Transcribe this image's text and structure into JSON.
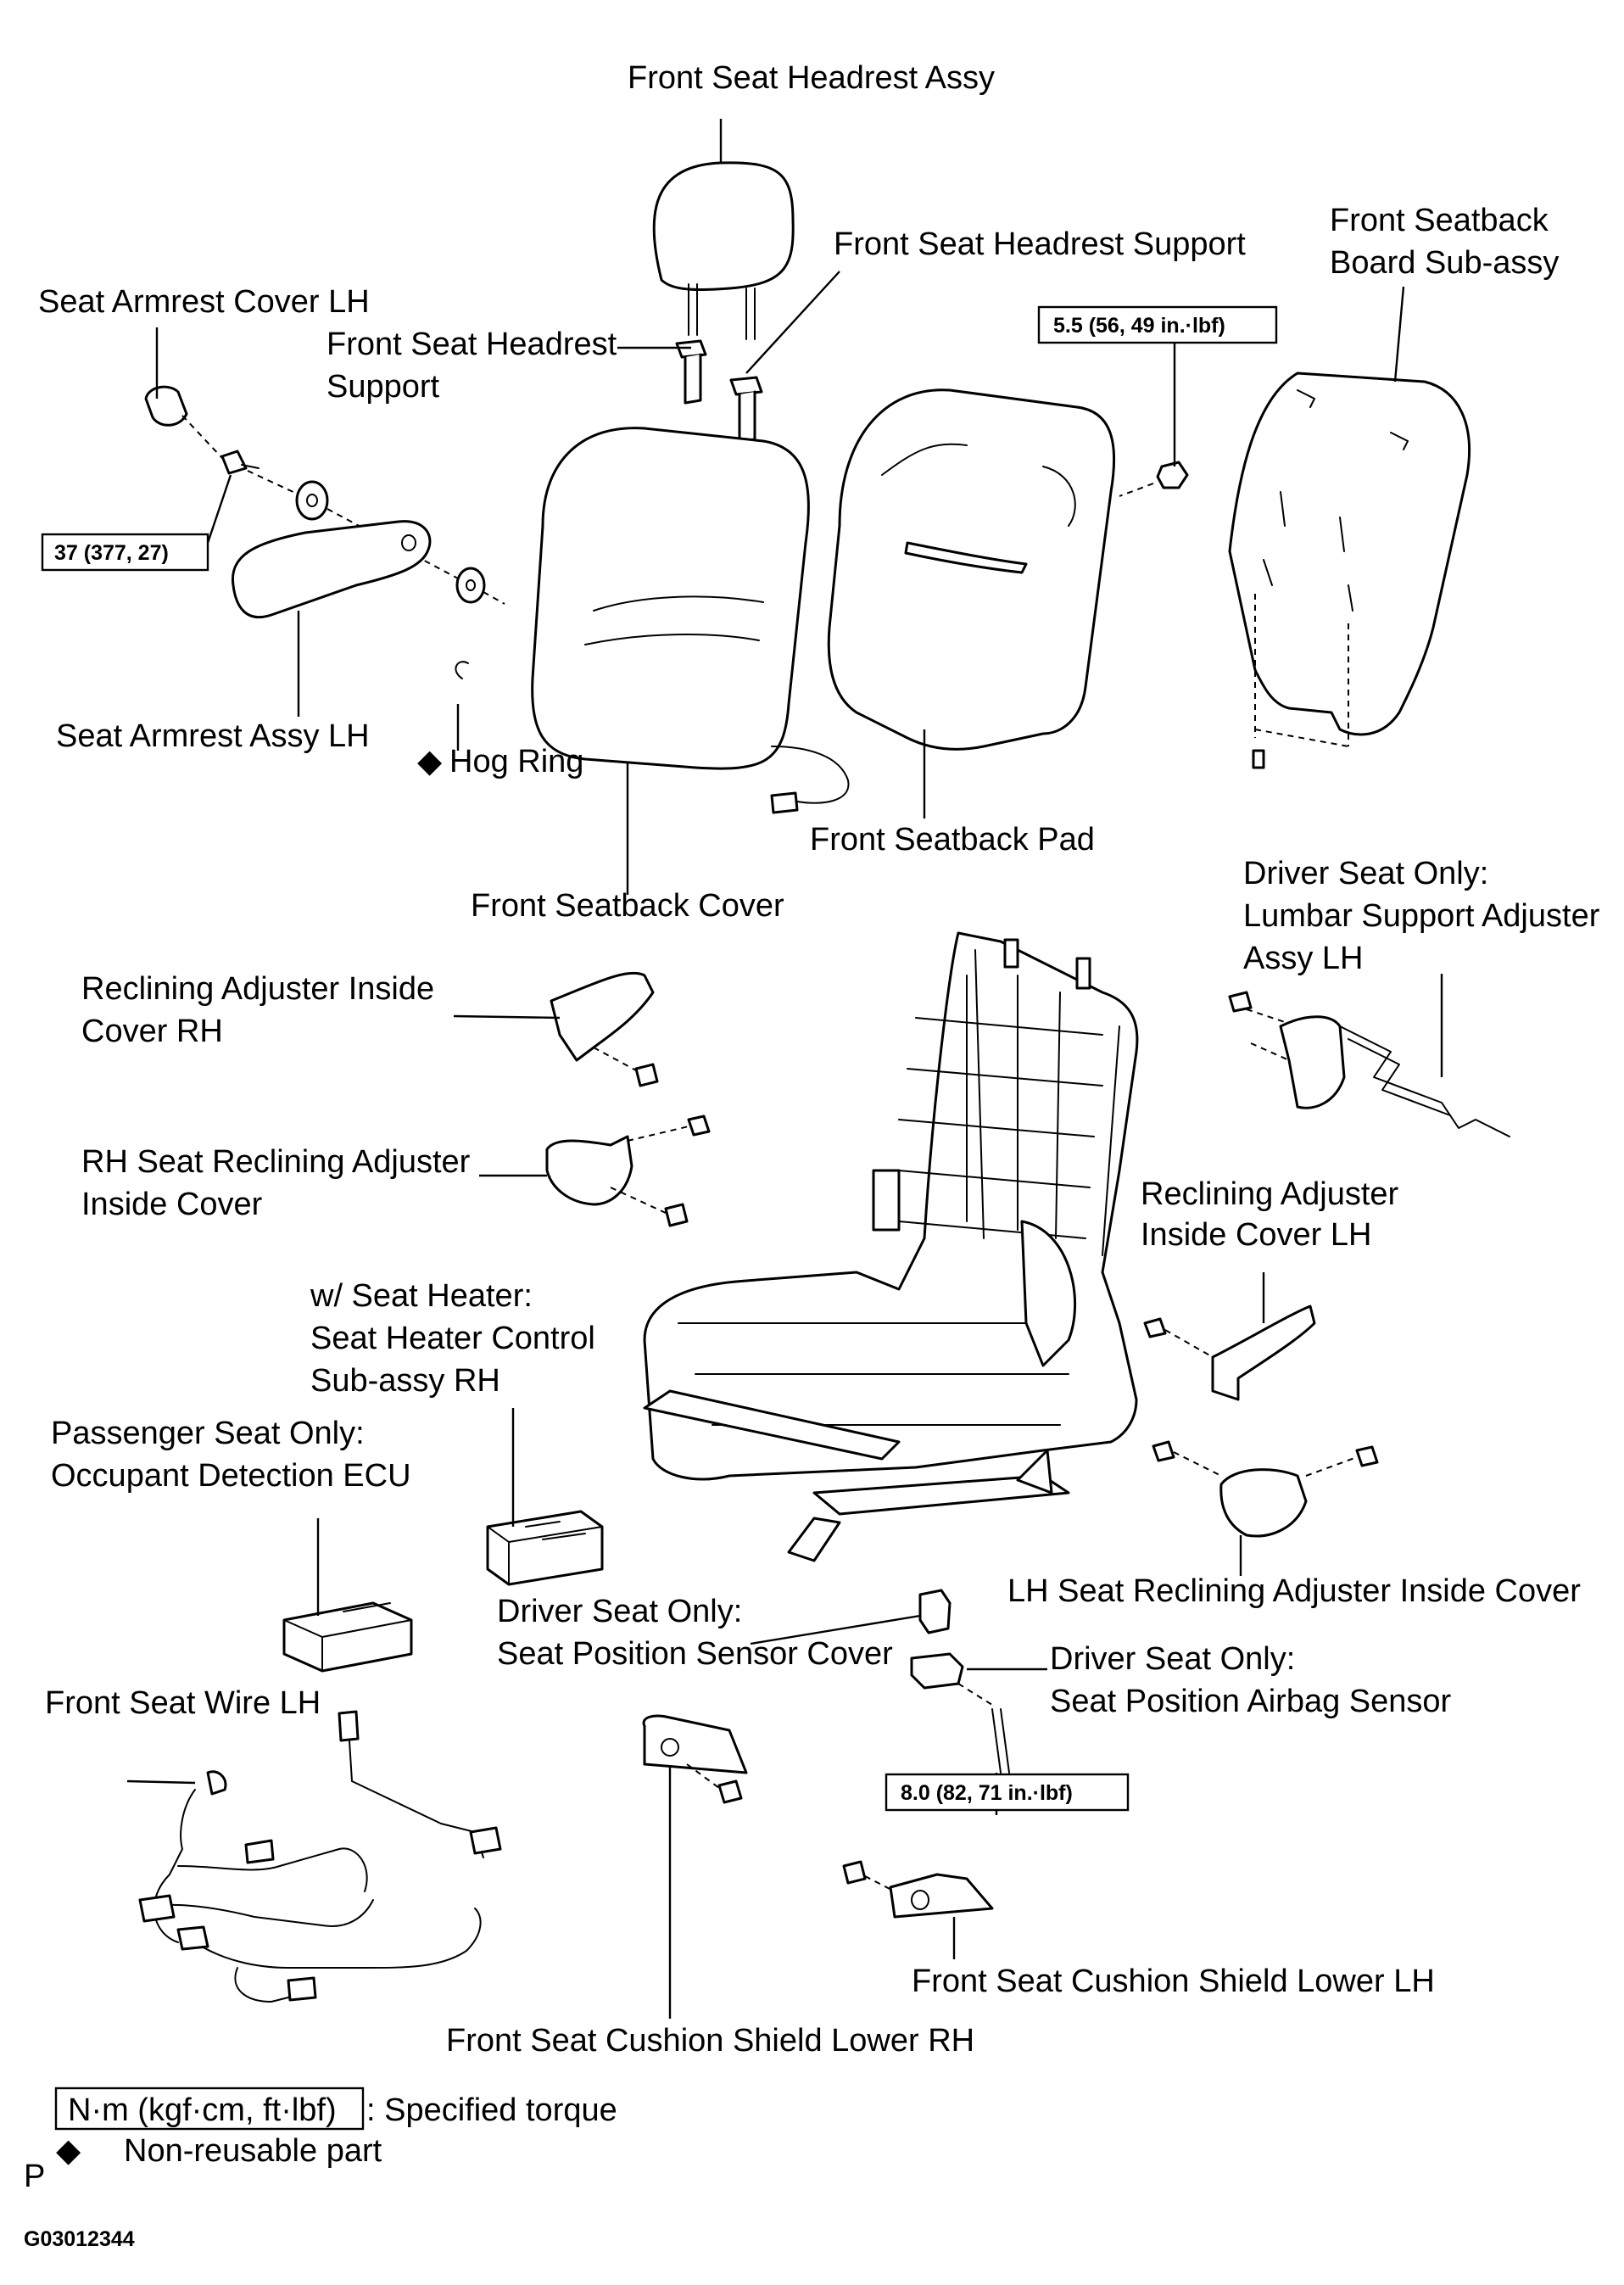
{
  "labels": {
    "headrest_assy": "Front Seat Headrest Assy",
    "headrest_support_right": "Front Seat Headrest Support",
    "seatback_board_1": "Front Seatback",
    "seatback_board_2": "Board  Sub-assy",
    "armrest_cover": "Seat Armrest Cover LH",
    "headrest_support_left_1": "Front Seat Headrest",
    "headrest_support_left_2": "Support",
    "armrest_assy": "Seat Armrest Assy LH",
    "hog_ring": "Hog Ring",
    "seatback_pad": "Front Seatback Pad",
    "seatback_cover": "Front Seatback Cover",
    "lumbar_1": "Driver Seat Only:",
    "lumbar_2": "Lumbar Support Adjuster",
    "lumbar_3": "Assy LH",
    "recl_cover_rh_1": "Reclining Adjuster Inside",
    "recl_cover_rh_2": "Cover RH",
    "rh_recl_1": "RH Seat Reclining Adjuster",
    "rh_recl_2": "Inside Cover",
    "recl_cover_lh_1": "Reclining Adjuster",
    "recl_cover_lh_2": "Inside Cover LH",
    "heater_1": "w/ Seat Heater:",
    "heater_2": "Seat Heater Control",
    "heater_3": "Sub-assy  RH",
    "ecu_1": "Passenger Seat Only:",
    "ecu_2": "Occupant Detection ECU",
    "lh_recl": "LH Seat Reclining Adjuster Inside Cover",
    "sensor_cover_1": "Driver Seat Only:",
    "sensor_cover_2": "Seat Position Sensor Cover",
    "airbag_sensor_1": "Driver Seat Only:",
    "airbag_sensor_2": "Seat Position Airbag Sensor",
    "wire": "Front Seat Wire LH",
    "shield_lh": "Front Seat Cushion Shield Lower LH",
    "shield_rh": "Front Seat Cushion Shield Lower RH"
  },
  "torques": {
    "board_nut": "5.5 (56, 49 in.·lbf)",
    "armrest_bolt": "37 (377, 27)",
    "sensor_bolt": "8.0 (82, 71 in.·lbf)"
  },
  "legend": {
    "torque_unit": "N·m (kgf·cm, ft·lbf)",
    "torque_desc": ": Specified torque",
    "nonreusable": "Non-reusable part",
    "diamond": "◆"
  },
  "footer": {
    "letter": "P",
    "code": "G03012344"
  }
}
